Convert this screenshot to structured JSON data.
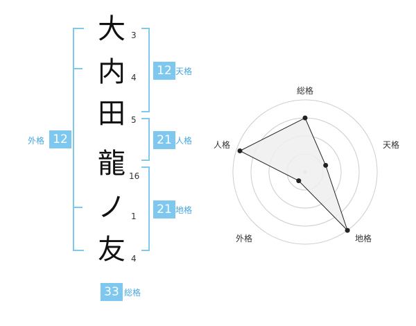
{
  "name": {
    "chars": [
      "大",
      "内",
      "田",
      "龍",
      "ノ",
      "友"
    ],
    "strokes": [
      "3",
      "4",
      "5",
      "16",
      "1",
      "4"
    ]
  },
  "fortune": {
    "tenkaku": {
      "label": "天格",
      "value": "12"
    },
    "jinkaku": {
      "label": "人格",
      "value": "21"
    },
    "chikaku": {
      "label": "地格",
      "value": "21"
    },
    "gaikaku": {
      "label": "外格",
      "value": "12"
    },
    "soukaku": {
      "label": "総格",
      "value": "33"
    }
  },
  "radar": {
    "axes": [
      "総格",
      "天格",
      "地格",
      "外格",
      "人格"
    ],
    "levels": [
      0.75,
      0.3,
      1.0,
      0.15,
      0.95
    ],
    "grid_rings": 4,
    "colors": {
      "fill": "#eeeeee",
      "line": "#222222",
      "grid": "#cccccc"
    }
  },
  "colors": {
    "accent": "#7ec8f0",
    "label": "#4aa7dd"
  }
}
